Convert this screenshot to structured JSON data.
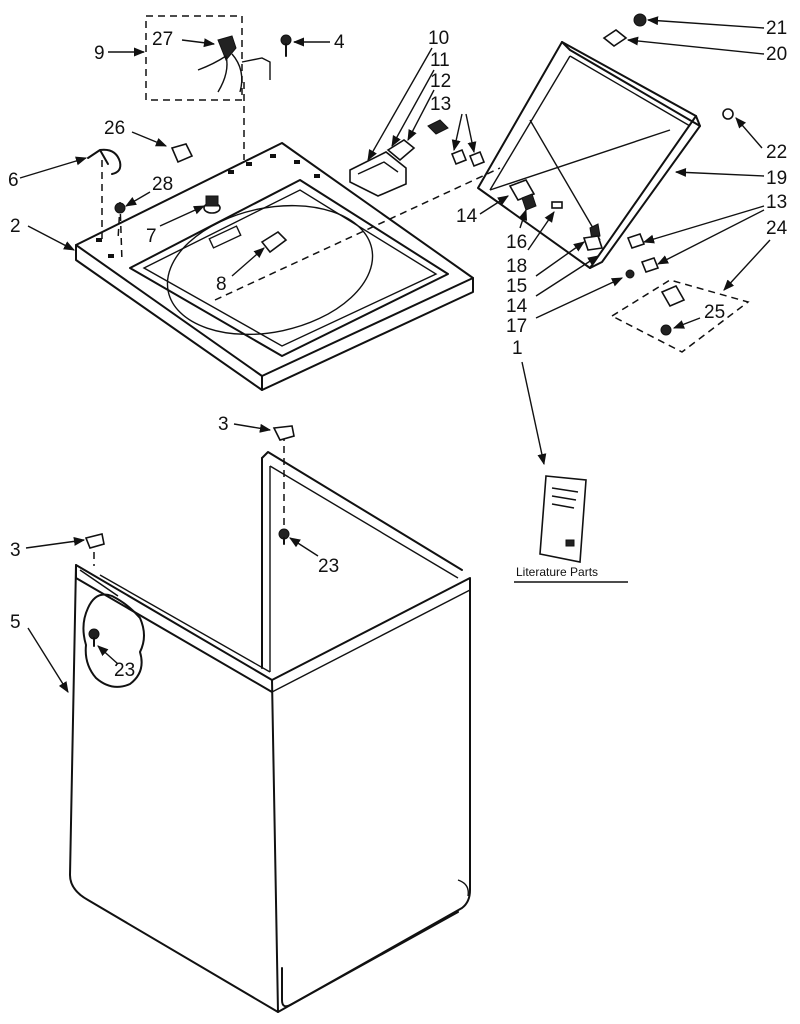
{
  "labels": {
    "l1": "1",
    "l2": "2",
    "l3a": "3",
    "l3b": "3",
    "l4": "4",
    "l5": "5",
    "l6": "6",
    "l7": "7",
    "l8": "8",
    "l9": "9",
    "l10": "10",
    "l11": "11",
    "l12": "12",
    "l13a": "13",
    "l13b": "13",
    "l14a": "14",
    "l14b": "14",
    "l15": "15",
    "l16": "16",
    "l17": "17",
    "l18": "18",
    "l19": "19",
    "l20": "20",
    "l21": "21",
    "l22": "22",
    "l23a": "23",
    "l23b": "23",
    "l24": "24",
    "l25": "25",
    "l26": "26",
    "l27": "27",
    "l28": "28"
  },
  "literature_caption": "Literature Parts"
}
